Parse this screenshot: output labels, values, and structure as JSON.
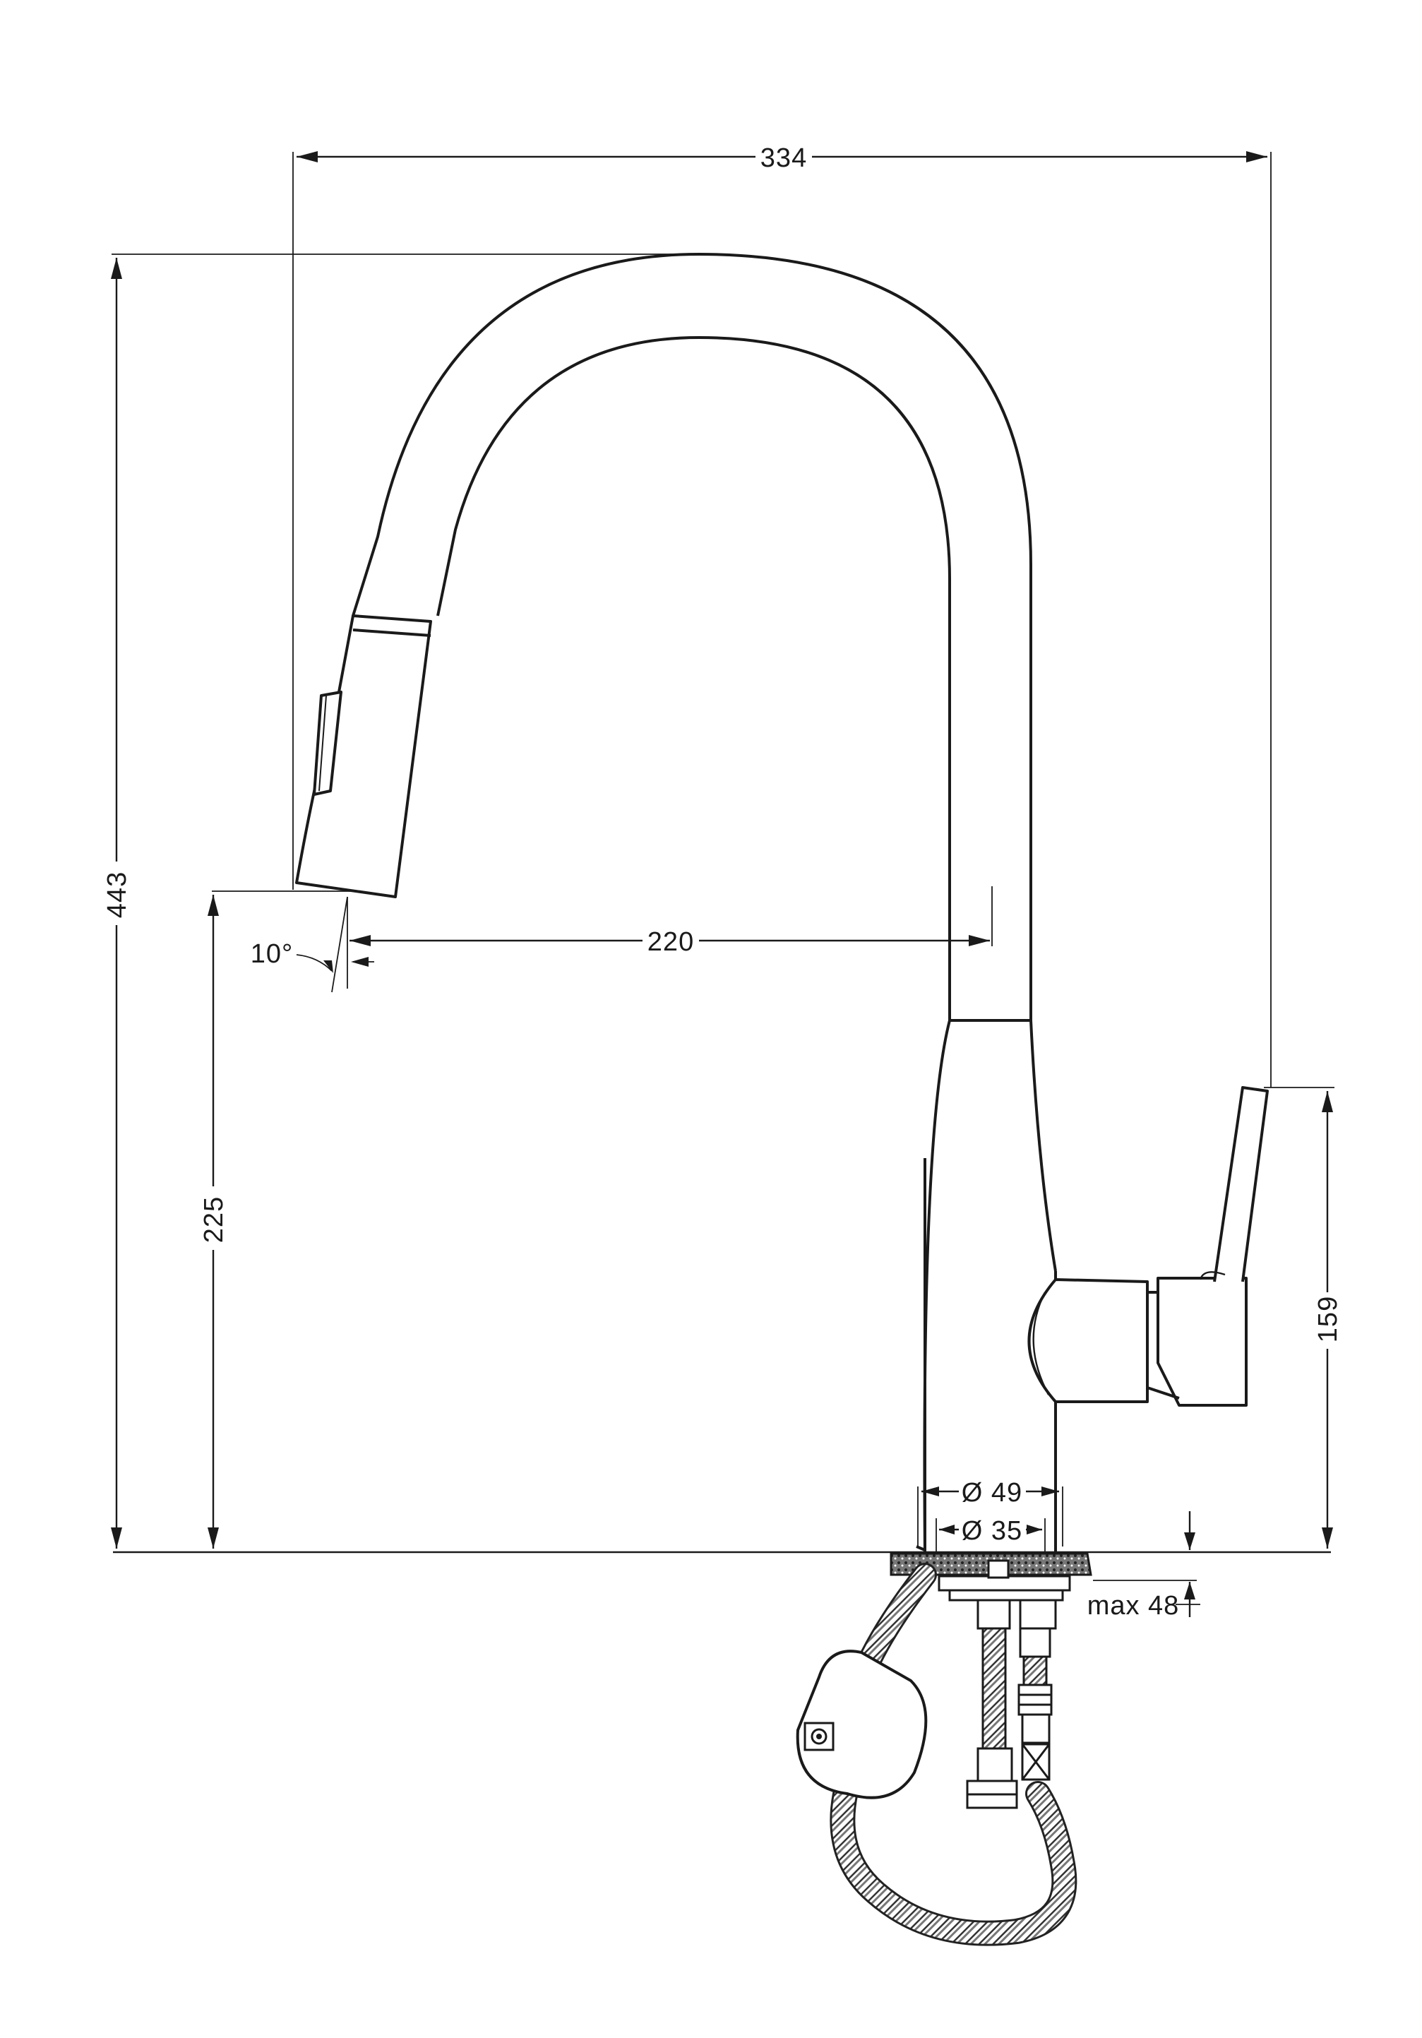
{
  "dimensions": {
    "total_width": "334",
    "total_height": "443",
    "spout_reach": "220",
    "spout_height": "225",
    "lever_height": "159",
    "spray_angle": "10°",
    "base_diameter": "Ø 49",
    "mount_diameter": "Ø 35",
    "max_deck_thickness": "max 48"
  },
  "colors": {
    "line": "#1a1a1a",
    "background": "#ffffff",
    "hose_fill": "#6b6b6b"
  }
}
